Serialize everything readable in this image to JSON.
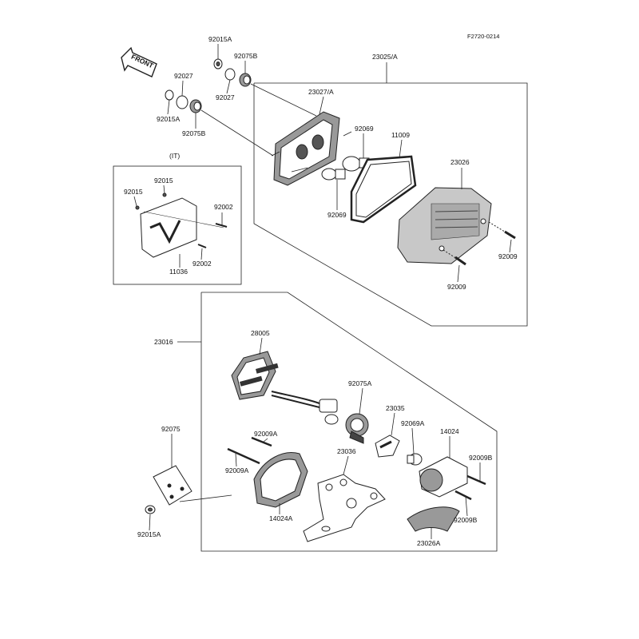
{
  "figure_code": "F2720-0214",
  "front_arrow_label": "FRONT",
  "inset_label": "(IT)",
  "parts": {
    "p92015A_top": "92015A",
    "p92075B_top": "92075B",
    "p92027_top": "92027",
    "p92027_right": "92027",
    "p92015A_left": "92015A",
    "p92075B_left": "92075B",
    "p23025A": "23025/A",
    "p23027A": "23027/A",
    "p92069_top": "92069",
    "p11009": "11009",
    "p23026": "23026",
    "p92069_bottom": "92069",
    "p92009_right": "92009",
    "p92009_bottom": "92009",
    "p92015_inset_top": "92015",
    "p92015_inset_left": "92015",
    "p92002_inset_right": "92002",
    "p92002_inset_bottom": "92002",
    "p11036": "11036",
    "p23016": "23016",
    "p28005": "28005",
    "p92075A": "92075A",
    "p23035": "23035",
    "p92069A": "92069A",
    "p14024": "14024",
    "p92075": "92075",
    "p92009A_top": "92009A",
    "p92009A_left": "92009A",
    "p23036": "23036",
    "p92009B_top": "92009B",
    "p92009B_bottom": "92009B",
    "p14024A": "14024A",
    "p92015A_bottom": "92015A",
    "p23026A": "23026A"
  }
}
